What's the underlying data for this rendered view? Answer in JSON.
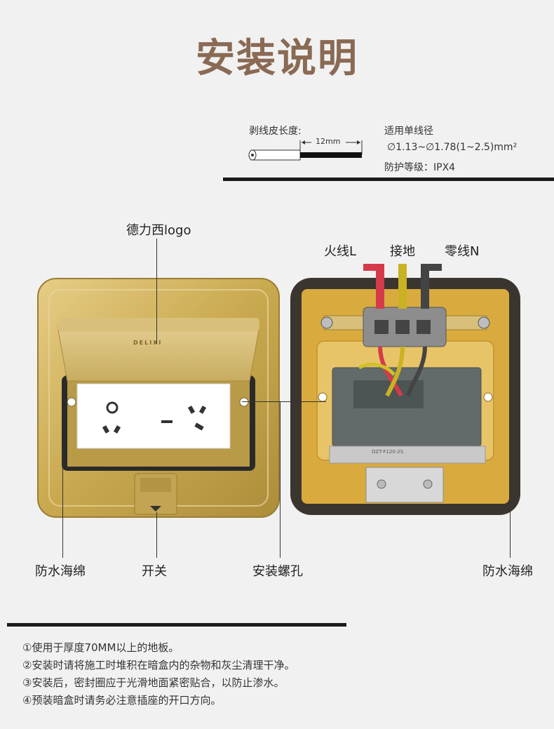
{
  "title": "安装说明",
  "spec": {
    "strip_label": "剥线皮长度:",
    "strip_value": "12mm",
    "wire_label": "适用单线径",
    "wire_value": "∅1.13~∅1.78(1~2.5)mm²",
    "protection": "防护等级：IPX4"
  },
  "product": {
    "brand_logo_text": "DELIXI",
    "module_code": "DZT-F120-2S"
  },
  "labels": {
    "logo": "德力西logo",
    "live": "火线L",
    "ground": "接地",
    "neutral": "零线N",
    "sponge_left": "防水海绵",
    "switch": "开关",
    "screw_hole": "安装螺孔",
    "sponge_right": "防水海绵"
  },
  "colors": {
    "title": "#8a6a54",
    "brass": "#c8a84e",
    "live_wire": "#d43a4a",
    "ground_wire": "#c9b224",
    "ground_stripe": "#3a8a3a",
    "neutral_wire": "#444444"
  },
  "notes": [
    "①使用于厚度70MM以上的地板。",
    "②安装时请将施工时堆积在暗盒内的杂物和灰尘清理干净。",
    "③安装后，密封圈应于光滑地面紧密贴合，以防止渗水。",
    "④预装暗盒时请务必注意插座的开口方向。"
  ]
}
